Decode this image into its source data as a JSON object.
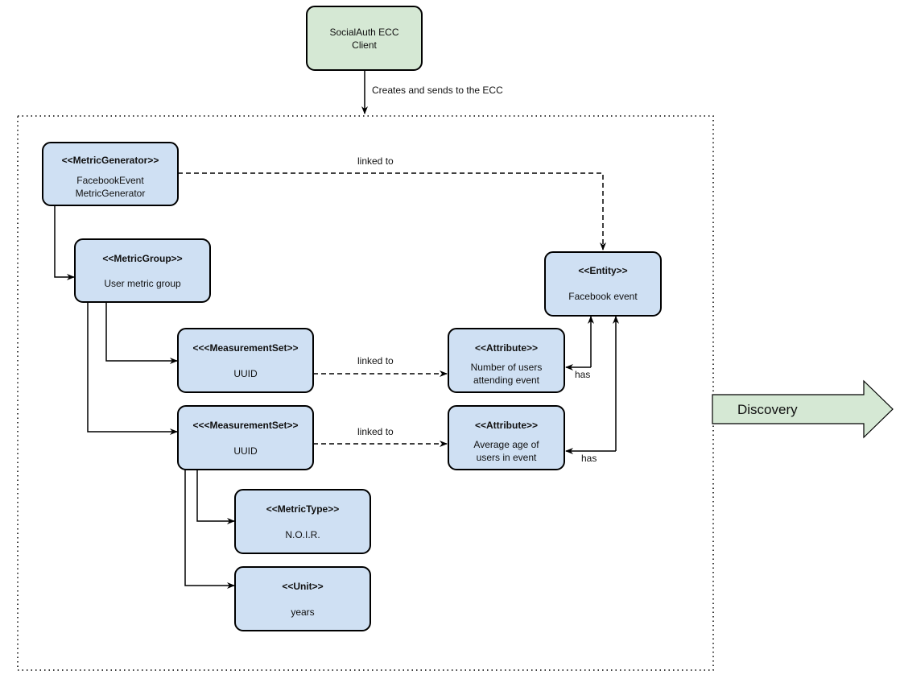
{
  "colors": {
    "client_fill": "#d5e8d4",
    "node_fill": "#cfe0f3",
    "arrow_fill": "#d5e8d4",
    "stroke": "#000000"
  },
  "nodes": {
    "client": {
      "line1": "SocialAuth ECC",
      "line2": "Client"
    },
    "metric_generator": {
      "stereotype": "<<MetricGenerator>>",
      "line1": "FacebookEvent",
      "line2": "MetricGenerator"
    },
    "metric_group": {
      "stereotype": "<<MetricGroup>>",
      "name": "User metric group"
    },
    "entity": {
      "stereotype": "<<Entity>>",
      "name": "Facebook event"
    },
    "measurement_set_1": {
      "stereotype": "<<<MeasurementSet>>",
      "name": "UUID"
    },
    "measurement_set_2": {
      "stereotype": "<<<MeasurementSet>>",
      "name": "UUID"
    },
    "attribute_1": {
      "stereotype": "<<Attribute>>",
      "line1": "Number of users",
      "line2": "attending event"
    },
    "attribute_2": {
      "stereotype": "<<Attribute>>",
      "line1": "Average age of",
      "line2": "users in event"
    },
    "metric_type": {
      "stereotype": "<<MetricType>>",
      "name": "N.O.I.R."
    },
    "unit": {
      "stereotype": "<<Unit>>",
      "name": "years"
    }
  },
  "edges": {
    "client_to_ecc": "Creates and sends to the ECC",
    "generator_to_entity": "linked to",
    "set1_to_attribute1": "linked to",
    "set2_to_attribute2": "linked to",
    "attribute1_to_entity": "has",
    "attribute2_to_entity": "has"
  },
  "discovery": {
    "label": "Discovery"
  }
}
